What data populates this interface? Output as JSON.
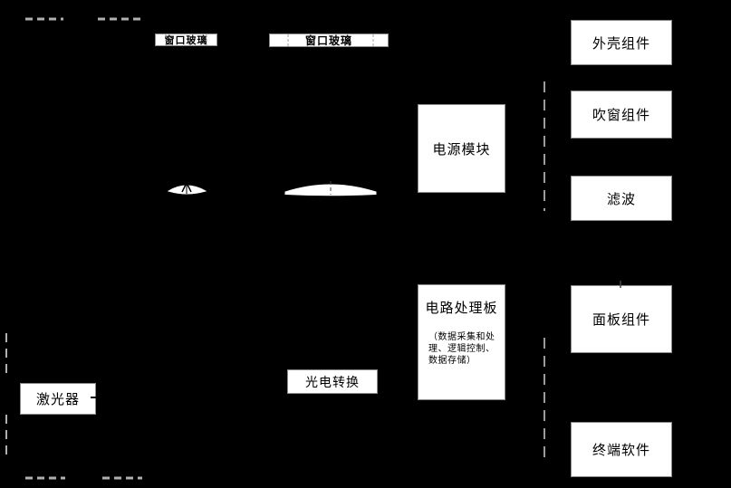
{
  "colors": {
    "background": "#000000",
    "box_fill": "#ffffff",
    "box_border": "#8c8c8c",
    "dash_gray": "#b0b0b0",
    "dash_light": "#cfcfcf",
    "text": "#000000"
  },
  "window_glass": {
    "left_label": "窗口玻璃",
    "right_label": "窗口玻璃"
  },
  "modules": {
    "power": "电源模块",
    "circuit_title": "电路处理板",
    "circuit_sub": "（数据采集和处理、逻辑控制、数据存储）",
    "photoelectric": "光电转换",
    "laser": "激光器"
  },
  "right_column": [
    {
      "label": "外壳组件"
    },
    {
      "label": "吹窗组件"
    },
    {
      "label": "滤波"
    },
    {
      "label": "面板组件"
    },
    {
      "label": "终端软件"
    }
  ],
  "icons": {
    "lens_small": "plano-convex-lens",
    "lens_large": "plano-convex-lens",
    "lens_axis_arrow": "up-arrow",
    "boundary_dashes": "dashed-boundary-lines"
  }
}
